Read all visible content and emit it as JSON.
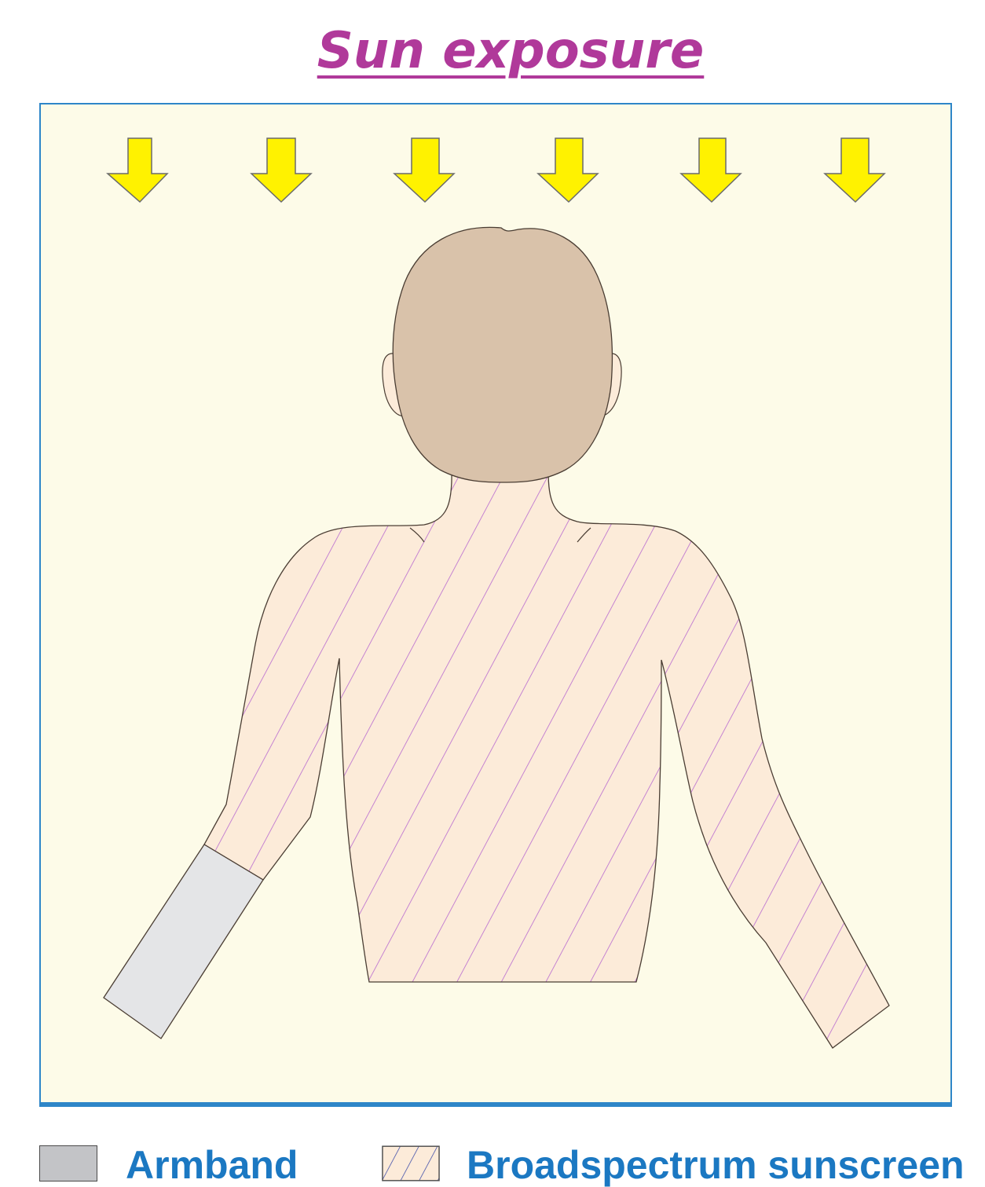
{
  "title": "Sun exposure",
  "colors": {
    "title": "#b0399a",
    "panel_bg": "#fdfbe8",
    "panel_border": "#2e86c8",
    "sun_arrow": "#fff200",
    "head": "#d9c2aa",
    "skin_sunscreen": "#fcebd9",
    "hatch": "#b86ad0",
    "armband": "#e4e5e7",
    "legend_text": "#1b78c2"
  },
  "icons": {
    "sun_arrows": "down-arrow-icon",
    "figure": "person-back-view"
  },
  "legend": {
    "armband_label": "Armband",
    "sunscreen_label": "Broadspectrum sunscreen"
  }
}
